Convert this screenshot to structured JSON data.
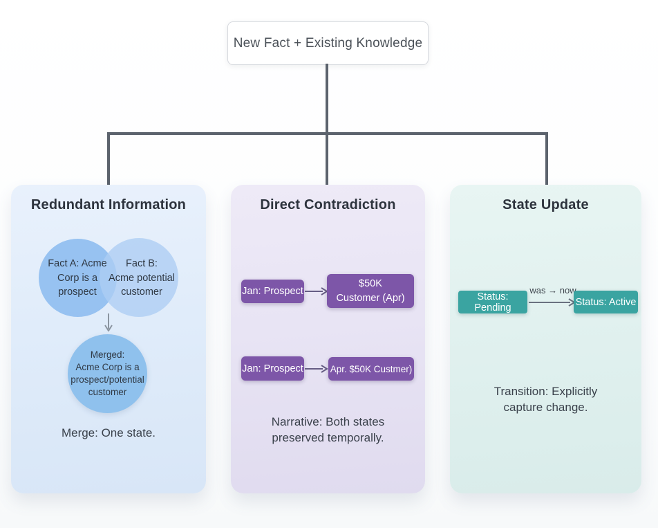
{
  "root_node": {
    "label": "New Fact + Existing Knowledge"
  },
  "branches": {
    "redundant": {
      "title": "Redundant Information",
      "fact_a": "Fact A: Acme\nCorp is a\nprospect",
      "fact_b": "Fact B:\nAcme potential\ncustomer",
      "merged": "Merged:\nAcme Corp is a\nprospect/potential\ncustomer",
      "caption": "Merge: One state."
    },
    "contradiction": {
      "title": "Direct Contradiction",
      "rows": [
        {
          "from": "Jan: Prospect",
          "to": "$50K\nCustomer (Apr)"
        },
        {
          "from": "Jan: Prospect",
          "to": "Apr. $50K Custmer)"
        }
      ],
      "caption": "Narrative: Both states\npreserved temporally."
    },
    "state_update": {
      "title": "State Update",
      "from": "Status: Pending",
      "arrow_label": "was → now",
      "to": "Status: Active",
      "caption": "Transition: Explicitly\ncapture change."
    }
  },
  "colors": {
    "accent_purple": "#7d56a8",
    "accent_teal": "#3aa4a1",
    "panel_blue": "#e0ecfa",
    "panel_purple": "#e8e4f4",
    "panel_teal": "#e1f1ef",
    "connector": "#5c636d",
    "circle_blue": "#8fc1ed"
  }
}
